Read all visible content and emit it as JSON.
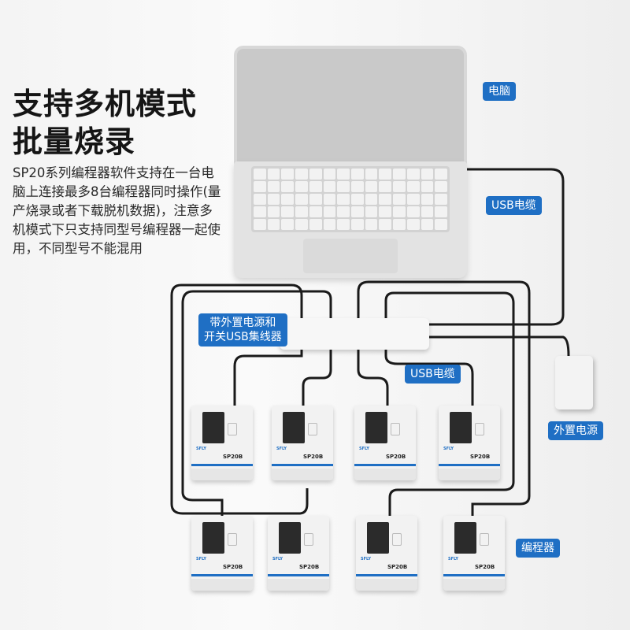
{
  "headline": {
    "line1": "支持多机模式",
    "line2": "批量烧录"
  },
  "description": "SP20系列编程器软件支持在一台电脑上连接最多8台编程器同时操作(量产烧录或者下载脱机数据)，注意多机模式下只支持同型号编程器一起使用，不同型号不能混用",
  "labels": {
    "computer": "电脑",
    "usb_cable_1": "USB电缆",
    "hub_line1": "带外置电源和",
    "hub_line2": "开关USB集线器",
    "usb_cable_2": "USB电缆",
    "power": "外置电源",
    "programmer": "编程器"
  },
  "programmers": [
    {
      "brand": "SFLY",
      "model": "SP20B"
    },
    {
      "brand": "SFLY",
      "model": "SP20B"
    },
    {
      "brand": "SFLY",
      "model": "SP20B"
    },
    {
      "brand": "SFLY",
      "model": "SP20B"
    },
    {
      "brand": "SFLY",
      "model": "SP20B"
    },
    {
      "brand": "SFLY",
      "model": "SP20B"
    },
    {
      "brand": "SFLY",
      "model": "SP20B"
    },
    {
      "brand": "SFLY",
      "model": "SP20B"
    }
  ],
  "colors": {
    "accent": "#1f6fc4"
  }
}
